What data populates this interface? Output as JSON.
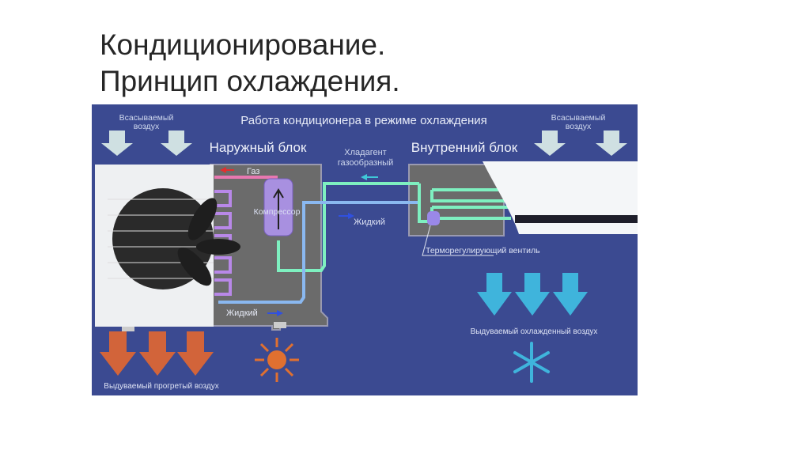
{
  "slide": {
    "title_line1": "Кондиционирование.",
    "title_line2": "Принцип охлаждения."
  },
  "diagram": {
    "heading": "Работа кондиционера в режиме охлаждения",
    "intake_air_left_1": "Всасываемый",
    "intake_air_left_2": "воздух",
    "intake_air_right_1": "Всасываемый",
    "intake_air_right_2": "воздух",
    "outdoor_unit": "Наружный блок",
    "indoor_unit": "Внутренний блок",
    "refrigerant_gas_1": "Хладагент",
    "refrigerant_gas_2": "газообразный",
    "gas": "Газ",
    "compressor": "Компрессор",
    "liquid_top": "Жидкий",
    "liquid_bottom": "Жидкий",
    "expansion_valve": "Терморегулирующий вентиль",
    "warm_air_out": "Выдуваемый прогретый воздух",
    "cool_air_out": "Выдуваемый охлажденный воздух",
    "colors": {
      "background": "#3b4a91",
      "panel": "#6b6b6b",
      "gas_pipe": "#7ef0c0",
      "liquid_pipe": "#8ab8f0",
      "warm_arrow": "#d2643a",
      "cool_arrow": "#3fb4dc",
      "intake_arrow": "#cfe0e2"
    }
  }
}
